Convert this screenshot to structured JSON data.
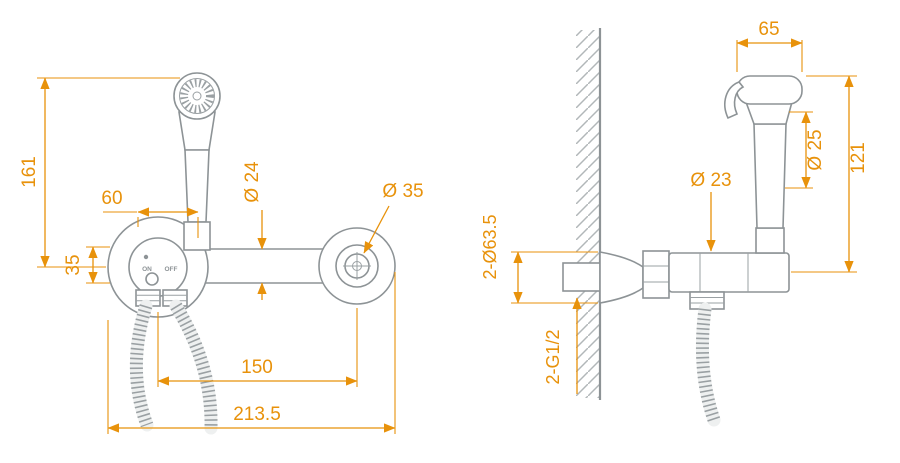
{
  "drawing": {
    "colors": {
      "dimension": "#e8920b",
      "line": "#8d9396",
      "background": "#ffffff"
    },
    "left_view": {
      "dim_161": "161",
      "dim_60": "60",
      "dim_35": "35",
      "dim_dia24": "Ø 24",
      "dim_dia35": "Ø 35",
      "dim_150": "150",
      "dim_2135": "213.5",
      "label_on": "ON",
      "label_off": "OFF"
    },
    "right_view": {
      "dim_65": "65",
      "dim_121": "121",
      "dim_dia25": "Ø 25",
      "dim_dia23": "Ø 23",
      "dim_2_dia635": "2-Ø63.5",
      "dim_2_g12": "2-G1/2"
    }
  }
}
